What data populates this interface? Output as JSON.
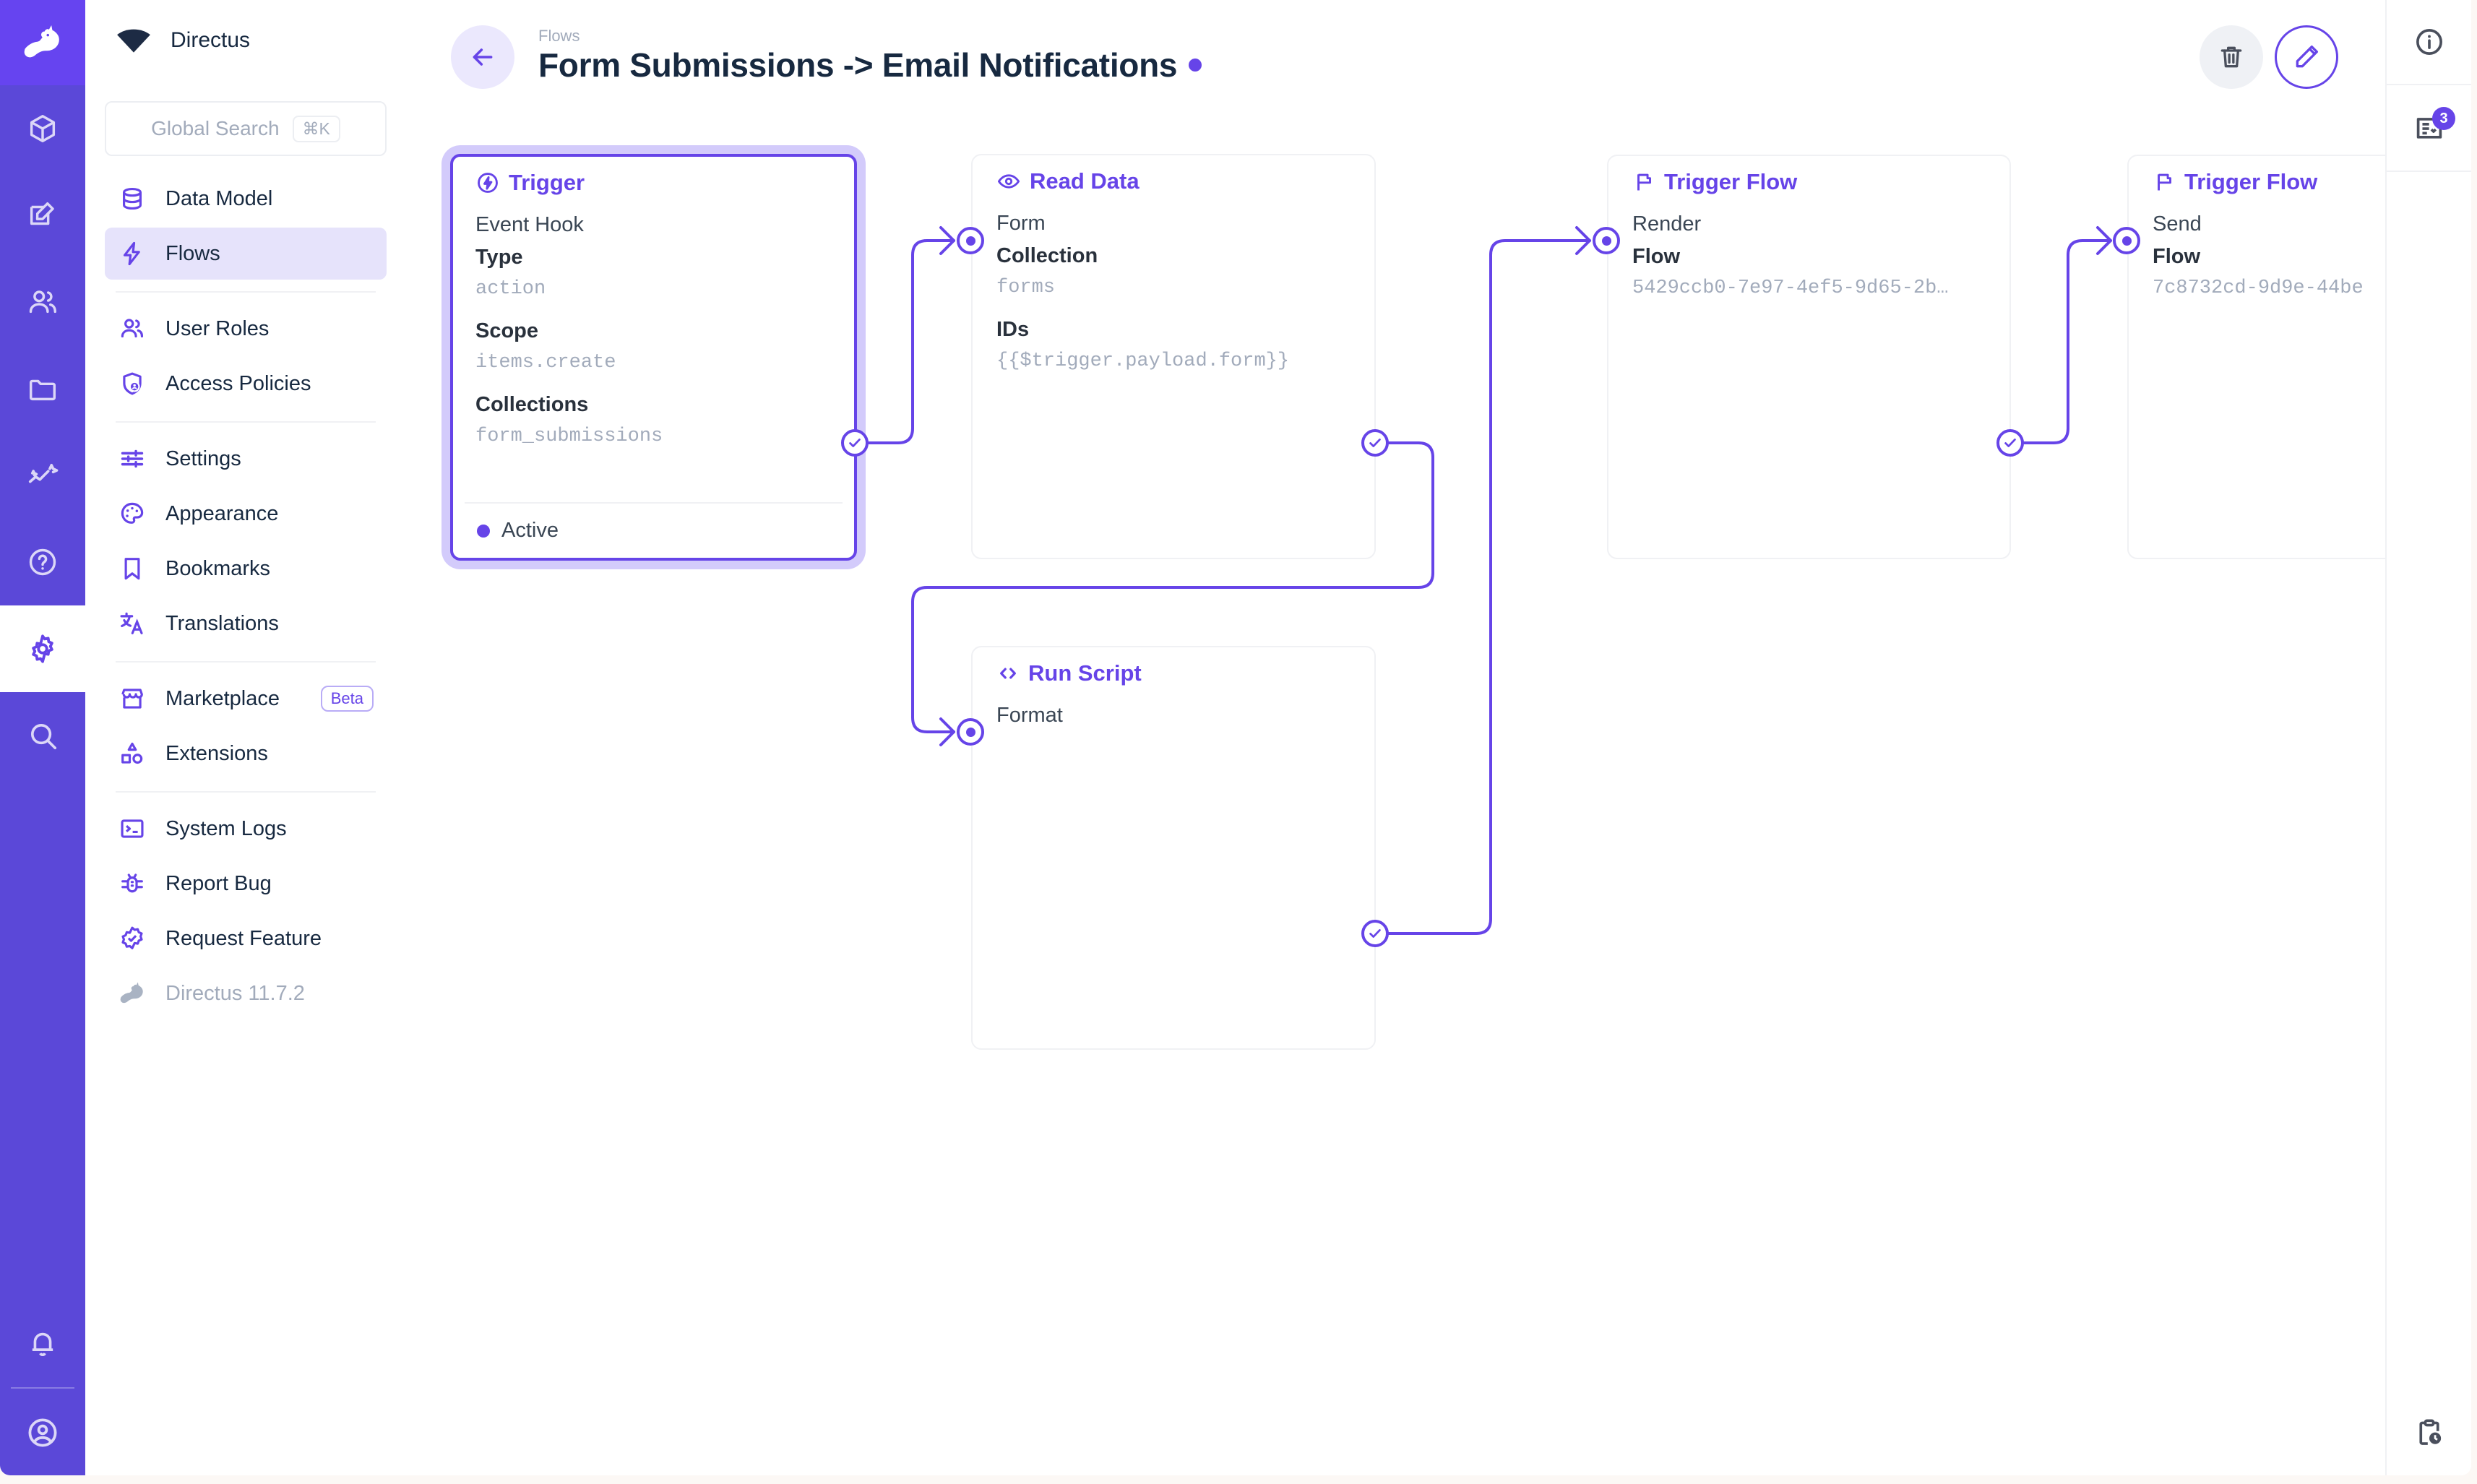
{
  "brand": {
    "name": "Directus",
    "logo_icon": "directus-rabbit-logo"
  },
  "rail": {
    "logo_icon": "directus-rabbit-logo",
    "items": [
      {
        "icon": "box-icon",
        "name": "content"
      },
      {
        "icon": "edit-square-icon",
        "name": "editor"
      },
      {
        "icon": "users-icon",
        "name": "user-directory"
      },
      {
        "icon": "folder-icon",
        "name": "file-library"
      },
      {
        "icon": "insights-icon",
        "name": "insights"
      },
      {
        "icon": "help-circle-icon",
        "name": "help"
      },
      {
        "icon": "gear-icon",
        "name": "settings",
        "active": true
      },
      {
        "icon": "search-icon",
        "name": "search"
      }
    ],
    "bottom": [
      {
        "icon": "bell-icon",
        "name": "notifications"
      },
      {
        "icon": "account-circle-icon",
        "name": "account"
      }
    ]
  },
  "search": {
    "placeholder": "Global Search",
    "shortcut": "⌘K",
    "icon": "search-icon"
  },
  "sidebar": {
    "groups": [
      {
        "items": [
          {
            "label": "Data Model",
            "icon": "database-icon",
            "active": false
          },
          {
            "label": "Flows",
            "icon": "bolt-icon",
            "active": true
          }
        ]
      },
      {
        "items": [
          {
            "label": "User Roles",
            "icon": "people-icon",
            "active": false
          },
          {
            "label": "Access Policies",
            "icon": "shield-person-icon",
            "active": false
          }
        ]
      },
      {
        "items": [
          {
            "label": "Settings",
            "icon": "sliders-icon",
            "active": false
          },
          {
            "label": "Appearance",
            "icon": "palette-icon",
            "active": false
          },
          {
            "label": "Bookmarks",
            "icon": "bookmark-icon",
            "active": false
          },
          {
            "label": "Translations",
            "icon": "translate-icon",
            "active": false
          }
        ]
      },
      {
        "items": [
          {
            "label": "Marketplace",
            "icon": "storefront-icon",
            "badge": "Beta",
            "active": false
          },
          {
            "label": "Extensions",
            "icon": "shapes-icon",
            "active": false
          }
        ]
      },
      {
        "items": [
          {
            "label": "System Logs",
            "icon": "terminal-icon",
            "active": false
          },
          {
            "label": "Report Bug",
            "icon": "bug-icon",
            "active": false
          },
          {
            "label": "Request Feature",
            "icon": "verified-icon",
            "active": false
          }
        ]
      }
    ],
    "version": {
      "label": "Directus 11.7.2",
      "icon": "directus-rabbit-logo"
    }
  },
  "header": {
    "back_icon": "arrow-left-icon",
    "breadcrumb": "Flows",
    "title": "Form Submissions -> Email Notifications",
    "status_dot_color": "#6644e8",
    "actions": [
      {
        "name": "delete-flow-button",
        "icon": "trash-icon"
      },
      {
        "name": "edit-flow-button",
        "icon": "pencil-icon"
      }
    ]
  },
  "flow": {
    "nodes": [
      {
        "id": "trigger",
        "type": "Trigger",
        "icon": "trigger-bolt-icon",
        "selected": true,
        "operation_name": "Event Hook",
        "fields": [
          {
            "label": "Type",
            "value": "action"
          },
          {
            "label": "Scope",
            "value": "items.create"
          },
          {
            "label": "Collections",
            "value": "form_submissions"
          }
        ],
        "status": "Active"
      },
      {
        "id": "read-data",
        "type": "Read Data",
        "icon": "eye-icon",
        "selected": false,
        "operation_name": "Form",
        "fields": [
          {
            "label": "Collection",
            "value": "forms"
          },
          {
            "label": "IDs",
            "value": "{{$trigger.payload.form}}"
          }
        ]
      },
      {
        "id": "run-script",
        "type": "Run Script",
        "icon": "code-brackets-icon",
        "selected": false,
        "operation_name": "Format",
        "fields": []
      },
      {
        "id": "trigger-flow-render",
        "type": "Trigger Flow",
        "icon": "flag-icon",
        "selected": false,
        "operation_name": "Render",
        "fields": [
          {
            "label": "Flow",
            "value": "5429ccb0-7e97-4ef5-9d65-2b…"
          }
        ]
      },
      {
        "id": "trigger-flow-send",
        "type": "Trigger Flow",
        "icon": "flag-icon",
        "selected": false,
        "operation_name": "Send",
        "fields": [
          {
            "label": "Flow",
            "value": "7c8732cd-9d9e-44be"
          }
        ]
      }
    ],
    "edge_color": "#6644e8"
  },
  "right_rail": {
    "items": [
      {
        "icon": "info-circle-icon",
        "name": "flow-info-panel"
      },
      {
        "icon": "notes-icon",
        "name": "flow-notes-panel",
        "badge": "3"
      }
    ],
    "bottom": {
      "icon": "clipboard-clock-icon",
      "name": "activity-log-panel"
    }
  }
}
